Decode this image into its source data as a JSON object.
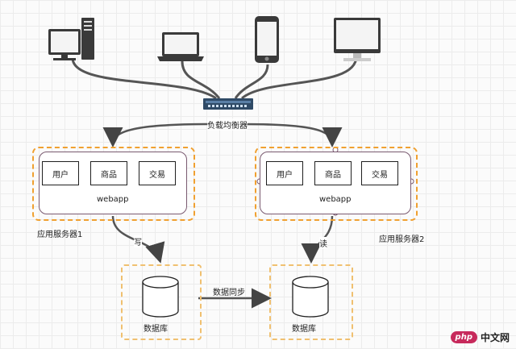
{
  "nodes": {
    "load_balancer": "负载均衡器",
    "server1_label": "应用服务器1",
    "server2_label": "应用服务器2",
    "server1_modules": [
      "用户",
      "商品",
      "交易"
    ],
    "server2_modules": [
      "用户",
      "商品",
      "交易"
    ],
    "webapp": "webapp",
    "db_label": "数据库",
    "write_edge": "写",
    "read_edge": "读",
    "sync_edge": "数据同步"
  },
  "watermark": {
    "badge": "php",
    "text": "中文网"
  },
  "colors": {
    "accent_orange": "#f0a030",
    "db_dash": "#f0c070",
    "arrow": "#555555",
    "device": "#3a3a3a"
  },
  "icons": [
    "desktop-computer-icon",
    "laptop-icon",
    "smartphone-icon",
    "monitor-icon",
    "network-switch-icon",
    "database-cylinder-icon"
  ]
}
